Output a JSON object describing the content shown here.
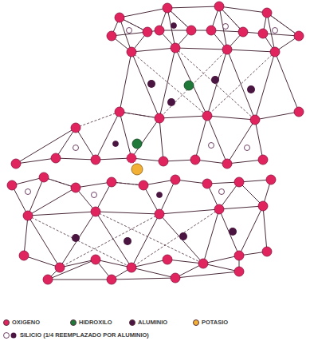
{
  "diagram": {
    "legend": [
      {
        "text": "OXIGENO",
        "color": "#e0245e"
      },
      {
        "text": "HIDROXILO",
        "color": "#1f7a3a"
      },
      {
        "text": "ALUMINIO",
        "color": "#4a1540"
      },
      {
        "text": "POTASIO",
        "color": "#f2b134"
      },
      {
        "text": "SILICIO (1/4 REEMPLAZADO POR ALUMINIO)"
      }
    ]
  }
}
